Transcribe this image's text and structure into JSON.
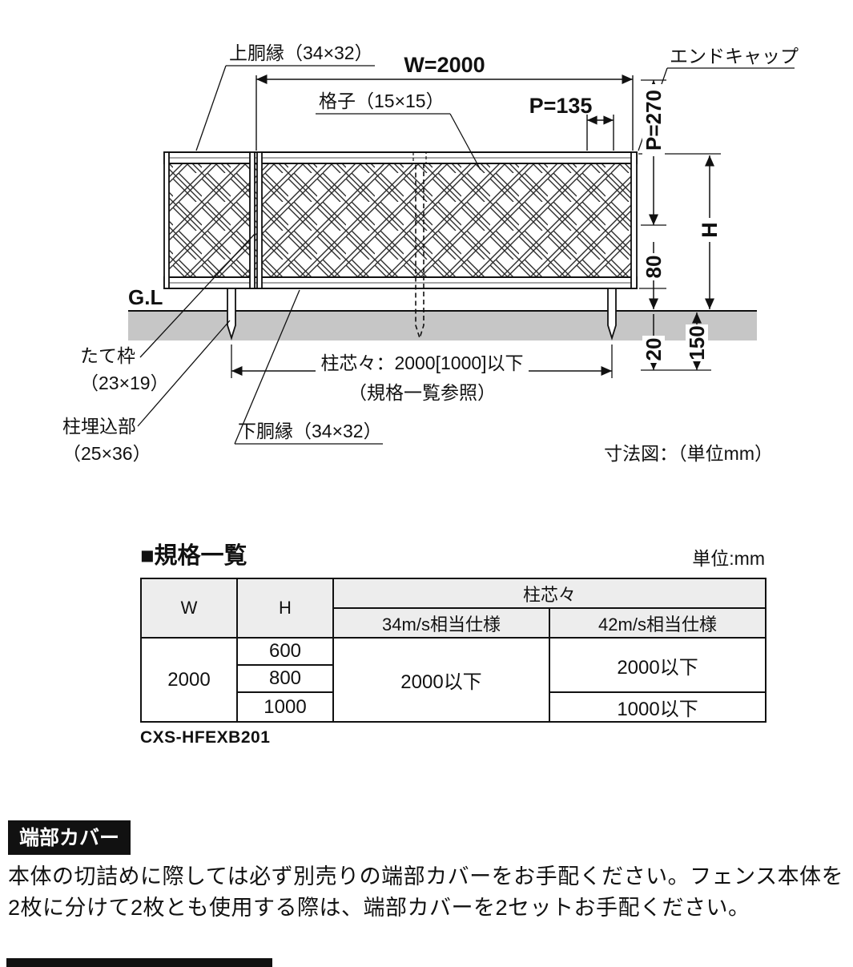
{
  "colors": {
    "ink": "#111111",
    "ground_fill": "#c6c6c6",
    "table_header_fill": "#ededed"
  },
  "diagram": {
    "caption": "寸法図：（単位mm）",
    "labels": {
      "top_rail": "上胴縁（34×32）",
      "dim_w": "W=2000",
      "lattice": "格子（15×15）",
      "dim_p_h": "P=135",
      "end_cap": "エンドキャップ",
      "dim_p_v": "P=270",
      "dim_h": "H",
      "dim_80": "80",
      "ground_line": "G.L",
      "dim_20": "20",
      "dim_150": "150",
      "vertical_frame_1": "たて枠",
      "vertical_frame_2": "（23×19）",
      "post_embed_1": "柱埋込部",
      "post_embed_2": "（25×36）",
      "post_pitch": "柱芯々：2000[1000]以下",
      "post_pitch_note": "（規格一覧参照）",
      "bottom_rail": "下胴縁（34×32）"
    }
  },
  "spec_table": {
    "title": "■規格一覧",
    "unit": "単位:mm",
    "headers": {
      "w": "W",
      "h": "H",
      "post_centers": "柱芯々",
      "spec34": "34m/s相当仕様",
      "spec42": "42m/s相当仕様"
    },
    "w_value": "2000",
    "h_values": [
      "600",
      "800",
      "1000"
    ],
    "spec34_value": "2000以下",
    "spec42_value_a": "2000以下",
    "spec42_value_b": "1000以下",
    "model": "CXS-HFEXB201"
  },
  "note": {
    "badge": "端部カバー",
    "body": "本体の切詰めに際しては必ず別売りの端部カバーをお手配ください。フェンス本体を2枚に分けて2枚とも使用する際は、端部カバーを2セットお手配ください。"
  }
}
